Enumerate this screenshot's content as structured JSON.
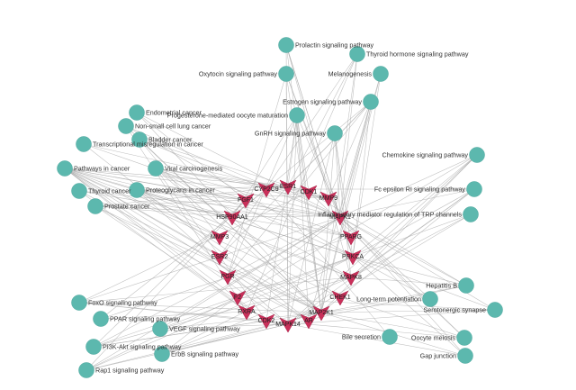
{
  "pathways": [
    {
      "id": "p1",
      "label": "Prolactin signaling pathway"
    },
    {
      "id": "p2",
      "label": "Thyroid hormone signaling pathway"
    },
    {
      "id": "p3",
      "label": "Oxytocin signaling pathway"
    },
    {
      "id": "p4",
      "label": "Melanogenesis"
    },
    {
      "id": "p5",
      "label": "Estrogen signaling pathway"
    },
    {
      "id": "p6",
      "label": "Progesterone-mediated oocyte maturation"
    },
    {
      "id": "p7",
      "label": "GnRH signaling pathway"
    },
    {
      "id": "p8",
      "label": "Endometrial cancer"
    },
    {
      "id": "p9",
      "label": "Non-small cell lung cancer"
    },
    {
      "id": "p10",
      "label": "Bladder cancer"
    },
    {
      "id": "p11",
      "label": "Transcriptional misregulation in cancer"
    },
    {
      "id": "p12",
      "label": "Pathways in cancer"
    },
    {
      "id": "p13",
      "label": "Viral carcinogenesis"
    },
    {
      "id": "p14",
      "label": "Thyroid cancer"
    },
    {
      "id": "p15",
      "label": "Proteoglycans in cancer"
    },
    {
      "id": "p16",
      "label": "Prostate cancer"
    },
    {
      "id": "p17",
      "label": "Chemokine signaling pathway"
    },
    {
      "id": "p18",
      "label": "Fc epsilon RI signaling pathway"
    },
    {
      "id": "p19",
      "label": "Inflammatory mediator regulation of TRP channels"
    },
    {
      "id": "p20",
      "label": "Hepatitis B"
    },
    {
      "id": "p21",
      "label": "Long-term potentiation"
    },
    {
      "id": "p22",
      "label": "Serotonergic synapse"
    },
    {
      "id": "p23",
      "label": "FoxO signaling pathway"
    },
    {
      "id": "p24",
      "label": "PPAR signaling pathway"
    },
    {
      "id": "p25",
      "label": "VEGF signaling pathway"
    },
    {
      "id": "p26",
      "label": "PI3K-Akt signaling pathway"
    },
    {
      "id": "p27",
      "label": "ErbB signaling pathway"
    },
    {
      "id": "p28",
      "label": "Rap1 signaling pathway"
    },
    {
      "id": "p29",
      "label": "Bile secretion"
    },
    {
      "id": "p30",
      "label": "Oocyte meiosis"
    },
    {
      "id": "p31",
      "label": "Gap junction"
    }
  ],
  "targets": [
    {
      "id": "t1",
      "label": "FGF1"
    },
    {
      "id": "t2",
      "label": "CYP2C9"
    },
    {
      "id": "t3",
      "label": "ESR1"
    },
    {
      "id": "t4",
      "label": "CDK1"
    },
    {
      "id": "t5",
      "label": "MMP9"
    },
    {
      "id": "t6",
      "label": "HSP90AA1"
    },
    {
      "id": "t7",
      "label": "MAPK1"
    },
    {
      "id": "t8",
      "label": "MMP3"
    },
    {
      "id": "t9",
      "label": "PPARG"
    },
    {
      "id": "t10",
      "label": "ESR2"
    },
    {
      "id": "t11",
      "label": "PRKCA"
    },
    {
      "id": "t12",
      "label": "PGR"
    },
    {
      "id": "t13",
      "label": "MAPK8"
    },
    {
      "id": "t14",
      "label": "F2"
    },
    {
      "id": "t15",
      "label": "CHEK1"
    },
    {
      "id": "t16",
      "label": "RXRA"
    },
    {
      "id": "t17",
      "label": "MAP2K1"
    },
    {
      "id": "t18",
      "label": "CDK2"
    },
    {
      "id": "t19",
      "label": "MAPK14"
    },
    {
      "id": "t20",
      "label": "AR"
    }
  ],
  "edges": [
    [
      "t1",
      "p12"
    ],
    [
      "t1",
      "p15"
    ],
    [
      "t1",
      "p16"
    ],
    [
      "t1",
      "p26"
    ],
    [
      "t1",
      "p28"
    ],
    [
      "t1",
      "p8"
    ],
    [
      "t2",
      "p29"
    ],
    [
      "t2",
      "p24"
    ],
    [
      "t2",
      "p18"
    ],
    [
      "t3",
      "p5"
    ],
    [
      "t3",
      "p2"
    ],
    [
      "t3",
      "p6"
    ],
    [
      "t3",
      "p12"
    ],
    [
      "t3",
      "p13"
    ],
    [
      "t3",
      "p15"
    ],
    [
      "t3",
      "p16"
    ],
    [
      "t4",
      "p6"
    ],
    [
      "t4",
      "p30"
    ],
    [
      "t4",
      "p13"
    ],
    [
      "t4",
      "p23"
    ],
    [
      "t4",
      "p20"
    ],
    [
      "t5",
      "p12"
    ],
    [
      "t5",
      "p15"
    ],
    [
      "t5",
      "p11"
    ],
    [
      "t5",
      "p10"
    ],
    [
      "t5",
      "p5"
    ],
    [
      "t5",
      "p13"
    ],
    [
      "t6",
      "p5"
    ],
    [
      "t6",
      "p6"
    ],
    [
      "t6",
      "p16"
    ],
    [
      "t6",
      "p12"
    ],
    [
      "t6",
      "p19"
    ],
    [
      "t7",
      "p1"
    ],
    [
      "t7",
      "p2"
    ],
    [
      "t7",
      "p3"
    ],
    [
      "t7",
      "p4"
    ],
    [
      "t7",
      "p5"
    ],
    [
      "t7",
      "p6"
    ],
    [
      "t7",
      "p7"
    ],
    [
      "t7",
      "p8"
    ],
    [
      "t7",
      "p9"
    ],
    [
      "t7",
      "p10"
    ],
    [
      "t7",
      "p12"
    ],
    [
      "t7",
      "p13"
    ],
    [
      "t7",
      "p14"
    ],
    [
      "t7",
      "p15"
    ],
    [
      "t7",
      "p16"
    ],
    [
      "t7",
      "p17"
    ],
    [
      "t7",
      "p18"
    ],
    [
      "t7",
      "p20"
    ],
    [
      "t7",
      "p21"
    ],
    [
      "t7",
      "p22"
    ],
    [
      "t7",
      "p23"
    ],
    [
      "t7",
      "p25"
    ],
    [
      "t7",
      "p26"
    ],
    [
      "t7",
      "p27"
    ],
    [
      "t7",
      "p28"
    ],
    [
      "t7",
      "p30"
    ],
    [
      "t7",
      "p31"
    ],
    [
      "t8",
      "p12"
    ],
    [
      "t8",
      "p15"
    ],
    [
      "t8",
      "p10"
    ],
    [
      "t9",
      "p24"
    ],
    [
      "t9",
      "p11"
    ],
    [
      "t9",
      "p12"
    ],
    [
      "t9",
      "p14"
    ],
    [
      "t10",
      "p5"
    ],
    [
      "t10",
      "p2"
    ],
    [
      "t10",
      "p12"
    ],
    [
      "t11",
      "p1"
    ],
    [
      "t11",
      "p3"
    ],
    [
      "t11",
      "p4"
    ],
    [
      "t11",
      "p5"
    ],
    [
      "t11",
      "p7"
    ],
    [
      "t11",
      "p9"
    ],
    [
      "t11",
      "p12"
    ],
    [
      "t11",
      "p13"
    ],
    [
      "t11",
      "p15"
    ],
    [
      "t11",
      "p17"
    ],
    [
      "t11",
      "p18"
    ],
    [
      "t11",
      "p19"
    ],
    [
      "t11",
      "p20"
    ],
    [
      "t11",
      "p21"
    ],
    [
      "t11",
      "p22"
    ],
    [
      "t11",
      "p25"
    ],
    [
      "t11",
      "p26"
    ],
    [
      "t11",
      "p27"
    ],
    [
      "t11",
      "p28"
    ],
    [
      "t11",
      "p31"
    ],
    [
      "t12",
      "p6"
    ],
    [
      "t12",
      "p5"
    ],
    [
      "t12",
      "p3"
    ],
    [
      "t13",
      "p1"
    ],
    [
      "t13",
      "p7"
    ],
    [
      "t13",
      "p12"
    ],
    [
      "t13",
      "p13"
    ],
    [
      "t13",
      "p15"
    ],
    [
      "t13",
      "p17"
    ],
    [
      "t13",
      "p18"
    ],
    [
      "t13",
      "p19"
    ],
    [
      "t13",
      "p20"
    ],
    [
      "t13",
      "p23"
    ],
    [
      "t13",
      "p27"
    ],
    [
      "t13",
      "p26"
    ],
    [
      "t14",
      "p17"
    ],
    [
      "t14",
      "p28"
    ],
    [
      "t14",
      "p22"
    ],
    [
      "t15",
      "p30"
    ],
    [
      "t15",
      "p13"
    ],
    [
      "t15",
      "p12"
    ],
    [
      "t16",
      "p24"
    ],
    [
      "t16",
      "p14"
    ],
    [
      "t16",
      "p12"
    ],
    [
      "t16",
      "p9"
    ],
    [
      "t16",
      "p2"
    ],
    [
      "t17",
      "p1"
    ],
    [
      "t17",
      "p2"
    ],
    [
      "t17",
      "p3"
    ],
    [
      "t17",
      "p4"
    ],
    [
      "t17",
      "p5"
    ],
    [
      "t17",
      "p6"
    ],
    [
      "t17",
      "p7"
    ],
    [
      "t17",
      "p8"
    ],
    [
      "t17",
      "p9"
    ],
    [
      "t17",
      "p10"
    ],
    [
      "t17",
      "p12"
    ],
    [
      "t17",
      "p13"
    ],
    [
      "t17",
      "p14"
    ],
    [
      "t17",
      "p15"
    ],
    [
      "t17",
      "p16"
    ],
    [
      "t17",
      "p17"
    ],
    [
      "t17",
      "p18"
    ],
    [
      "t17",
      "p20"
    ],
    [
      "t17",
      "p21"
    ],
    [
      "t17",
      "p22"
    ],
    [
      "t17",
      "p23"
    ],
    [
      "t17",
      "p25"
    ],
    [
      "t17",
      "p26"
    ],
    [
      "t17",
      "p27"
    ],
    [
      "t17",
      "p28"
    ],
    [
      "t17",
      "p30"
    ],
    [
      "t17",
      "p31"
    ],
    [
      "t18",
      "p6"
    ],
    [
      "t18",
      "p30"
    ],
    [
      "t18",
      "p13"
    ],
    [
      "t18",
      "p12"
    ],
    [
      "t18",
      "p16"
    ],
    [
      "t18",
      "p23"
    ],
    [
      "t18",
      "p26"
    ],
    [
      "t19",
      "p1"
    ],
    [
      "t19",
      "p3"
    ],
    [
      "t19",
      "p7"
    ],
    [
      "t19",
      "p12"
    ],
    [
      "t19",
      "p15"
    ],
    [
      "t19",
      "p17"
    ],
    [
      "t19",
      "p18"
    ],
    [
      "t19",
      "p19"
    ],
    [
      "t19",
      "p20"
    ],
    [
      "t19",
      "p22"
    ],
    [
      "t19",
      "p23"
    ],
    [
      "t19",
      "p25"
    ],
    [
      "t19",
      "p27"
    ],
    [
      "t19",
      "p28"
    ],
    [
      "t19",
      "p31"
    ],
    [
      "t19",
      "p6"
    ],
    [
      "t20",
      "p16"
    ],
    [
      "t20",
      "p12"
    ],
    [
      "t20",
      "p11"
    ],
    [
      "t20",
      "p6"
    ],
    [
      "t20",
      "p5"
    ]
  ]
}
